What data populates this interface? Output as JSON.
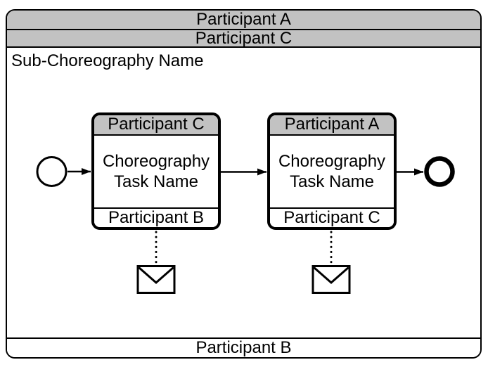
{
  "diagram": {
    "type": "bpmn-sub-choreography",
    "container": {
      "top_band_label": "Participant A",
      "second_band_label": "Participant C",
      "body_label": "Sub-Choreography Name",
      "bottom_band_label": "Participant B"
    },
    "tasks": [
      {
        "initiator_label": "Participant C",
        "name": "Choreography Task Name",
        "responder_label": "Participant B"
      },
      {
        "initiator_label": "Participant A",
        "name": "Choreography Task Name",
        "responder_label": "Participant C"
      }
    ],
    "events": {
      "start_event": "start-event-circle",
      "end_event": "end-event-thick-circle"
    },
    "icons": {
      "message": "envelope-icon"
    },
    "colors": {
      "band_gray": "#c2c2c2",
      "stroke": "#000000",
      "background": "#ffffff"
    }
  }
}
